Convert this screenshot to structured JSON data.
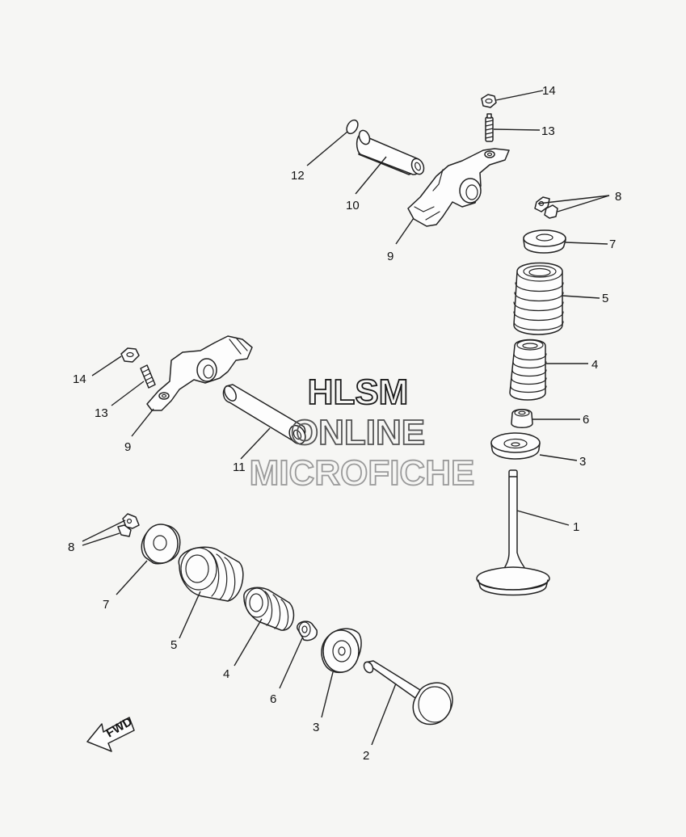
{
  "watermark": {
    "line1": "HLSM",
    "line2": "ONLINE",
    "line3": "MICROFICHE"
  },
  "fwd_label": "FWD",
  "callouts": {
    "c14a": "14",
    "c13a": "13",
    "c12": "12",
    "c10": "10",
    "c9a": "9",
    "c8a": "8",
    "c7a": "7",
    "c5a": "5",
    "c4a": "4",
    "c6a": "6",
    "c3a": "3",
    "c1": "1",
    "c14b": "14",
    "c13b": "13",
    "c9b": "9",
    "c11": "11",
    "c8b": "8",
    "c7b": "7",
    "c5b": "5",
    "c4b": "4",
    "c6b": "6",
    "c3b": "3",
    "c2": "2"
  },
  "colors": {
    "line": "#222222",
    "background": "#f6f6f4",
    "watermark_dark": "#1a1a1a",
    "watermark_light": "#9a9a9a"
  }
}
